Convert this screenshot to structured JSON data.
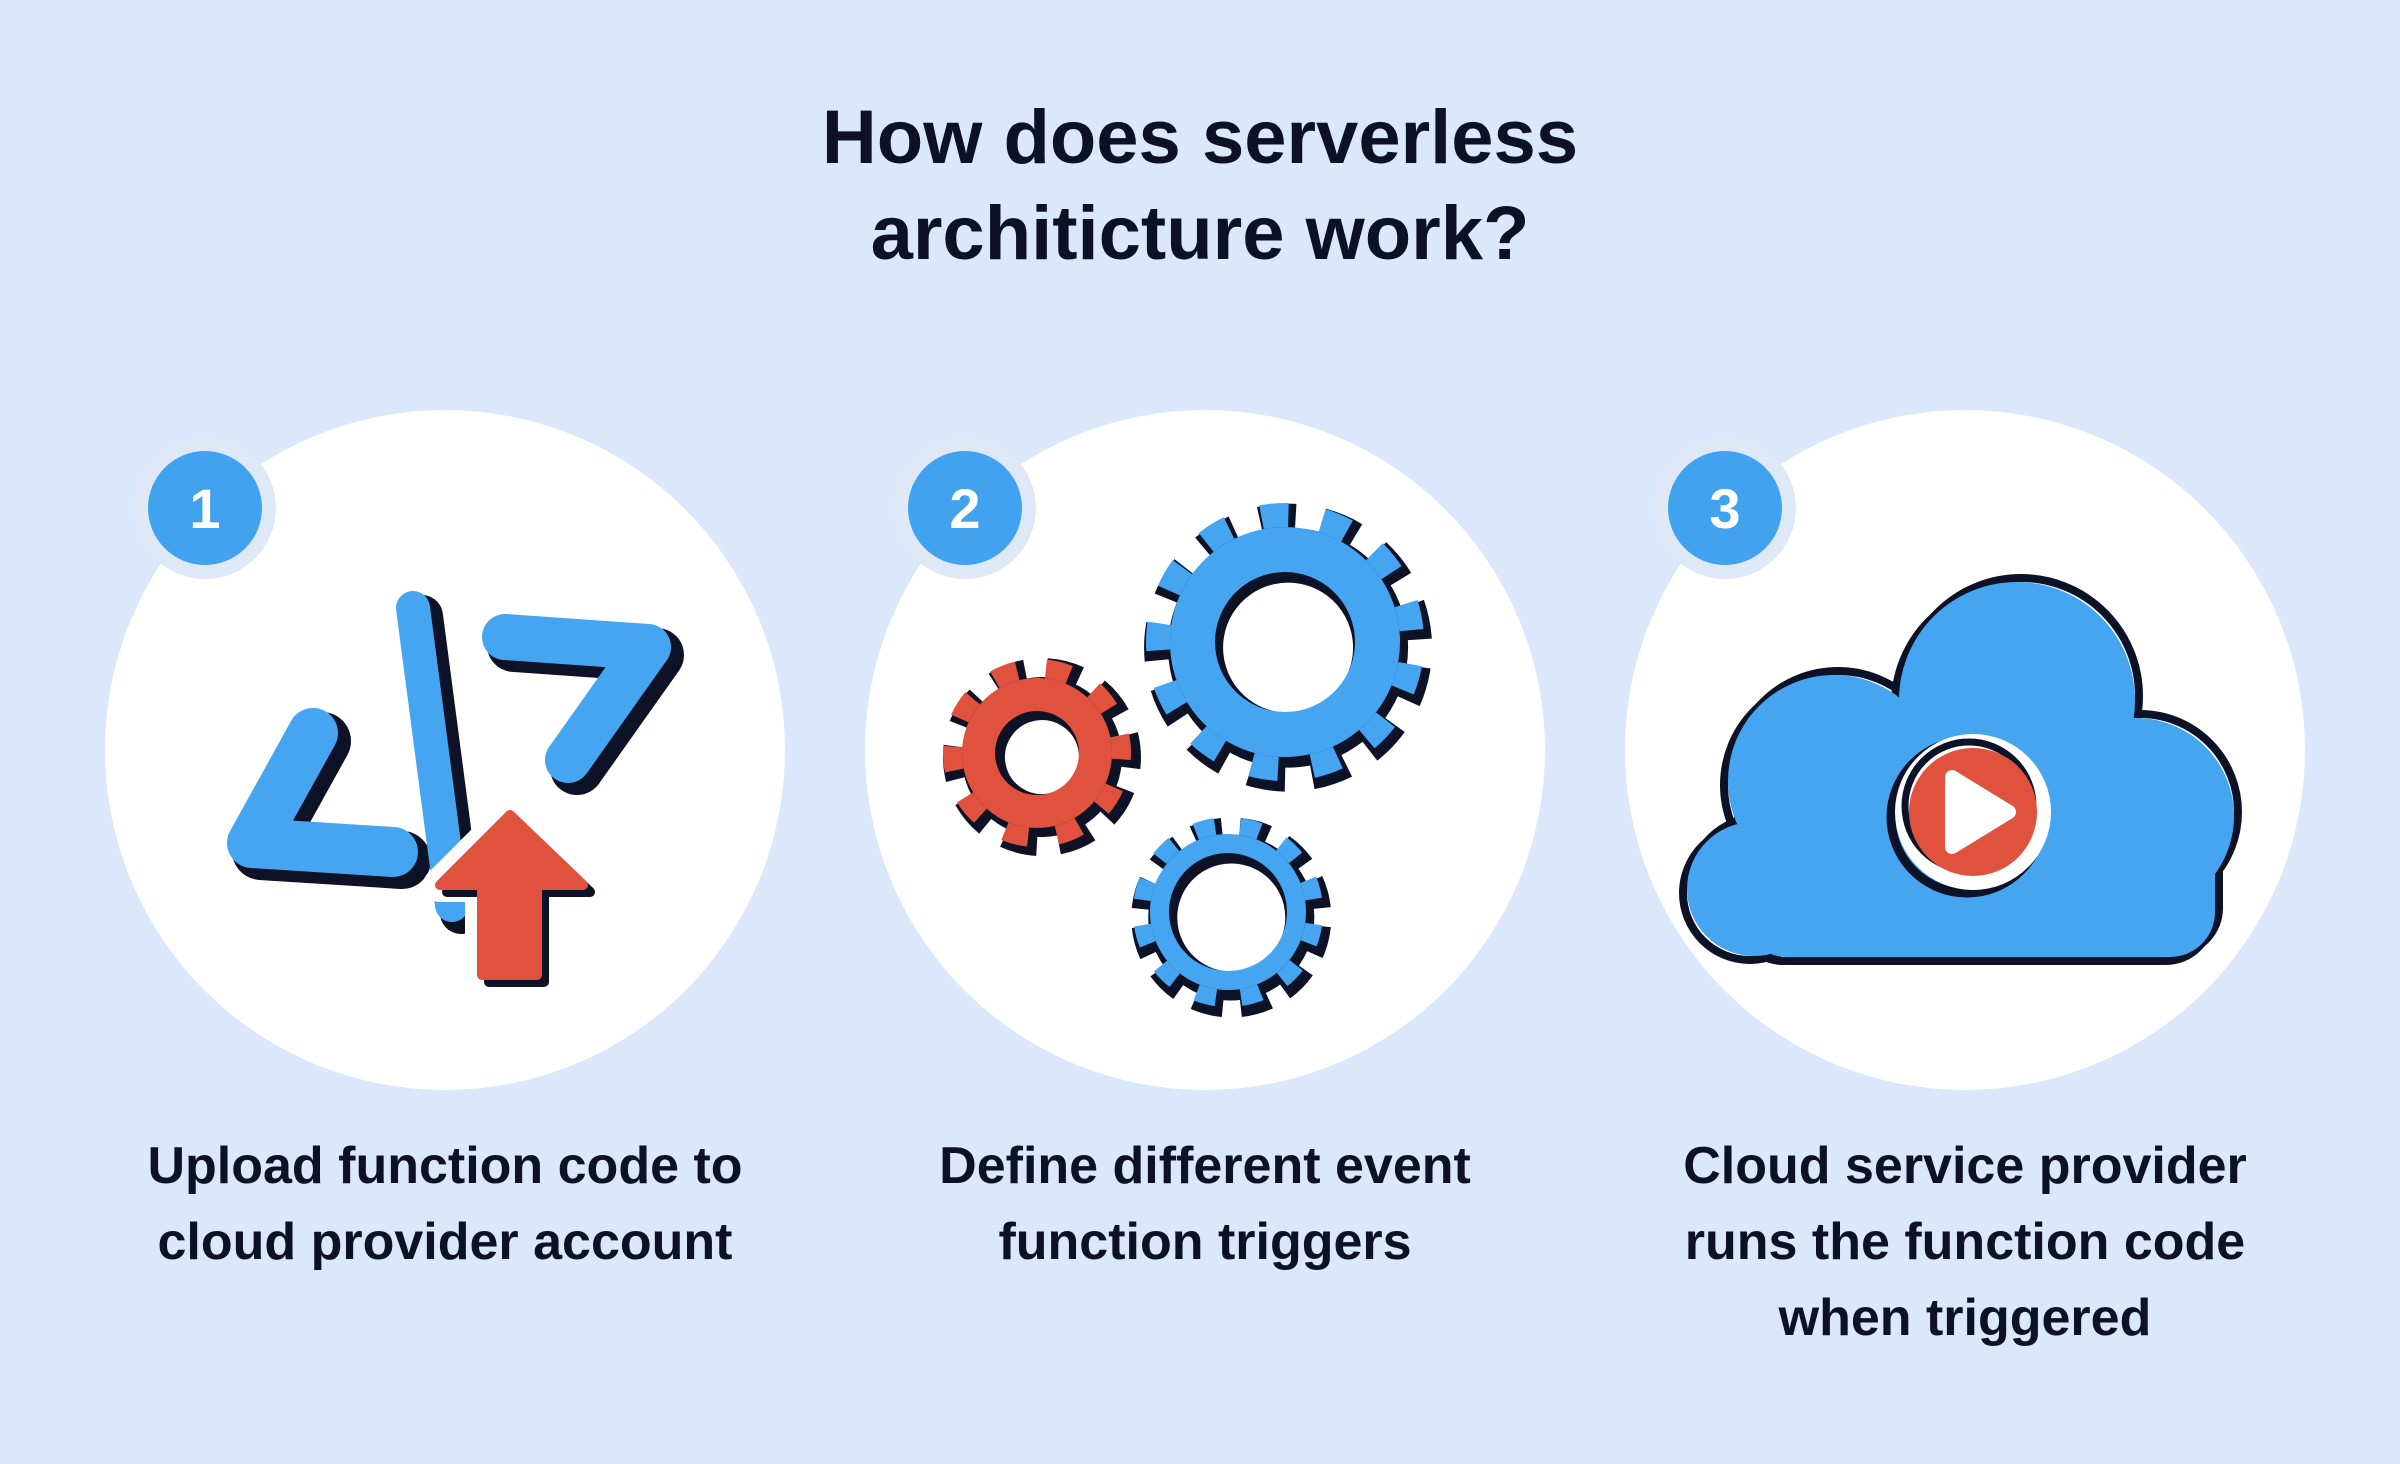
{
  "title": {
    "line1": "How does serverless",
    "line2": "architicture work?"
  },
  "colors": {
    "background": "#dbe7fa",
    "circle_bg": "#ffffff",
    "accent_blue": "#45a5f1",
    "accent_red": "#e0523e",
    "outline_navy": "#0e1226",
    "text_navy": "#0d1126",
    "badge_bg": "#41a3f0",
    "badge_halo": "#dfe8f7"
  },
  "steps": [
    {
      "number": "1",
      "icon": "code-upload-icon",
      "caption_lines": [
        "Upload function code to",
        "cloud provider account"
      ]
    },
    {
      "number": "2",
      "icon": "gears-icon",
      "caption_lines": [
        "Define different event",
        "function triggers"
      ]
    },
    {
      "number": "3",
      "icon": "cloud-play-icon",
      "caption_lines": [
        "Cloud service provider",
        "runs the function code",
        "when triggered"
      ]
    }
  ]
}
